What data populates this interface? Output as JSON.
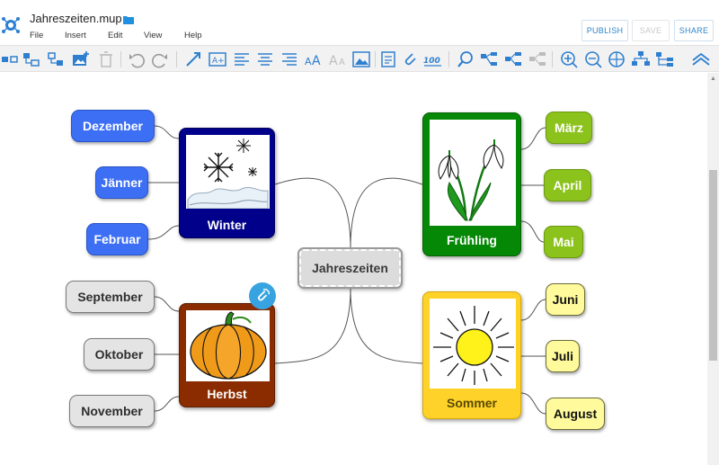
{
  "header": {
    "title": "Jahreszeiten.mup",
    "menu": [
      "File",
      "Insert",
      "Edit",
      "View",
      "Help"
    ],
    "buttons": {
      "publish": "PUBLISH",
      "save": "SAVE",
      "share": "SHARE"
    }
  },
  "toolbar": {
    "icons": [
      "add-child-icon",
      "add-sibling-icon",
      "insert-parent-icon",
      "add-image-icon",
      "delete-icon",
      "undo-icon",
      "redo-icon",
      "add-link-icon",
      "text-icon",
      "align-left-icon",
      "align-center-icon",
      "align-right-icon",
      "font-size-up-icon",
      "font-size-down-icon",
      "image-icon",
      "note-icon",
      "attachment-icon",
      "emoji-icon",
      "search-icon",
      "collapse-icon",
      "expand-icon",
      "toggle-icon",
      "zoom-in-icon",
      "zoom-out-icon",
      "reset-view-icon",
      "layout-icon",
      "tree-icon",
      "hide-toolbar-icon"
    ]
  },
  "map": {
    "central": "Jahreszeiten",
    "seasons": {
      "winter": {
        "label": "Winter",
        "color": "#00008b",
        "months": [
          "Dezember",
          "Jänner",
          "Februar"
        ]
      },
      "spring": {
        "label": "Frühling",
        "color": "#058805",
        "months": [
          "März",
          "April",
          "Mai"
        ]
      },
      "autumn": {
        "label": "Herbst",
        "color": "#8b2c00",
        "months": [
          "September",
          "Oktober",
          "November"
        ]
      },
      "summer": {
        "label": "Sommer",
        "color": "#ffd22a",
        "months": [
          "Juni",
          "Juli",
          "August"
        ]
      }
    }
  }
}
